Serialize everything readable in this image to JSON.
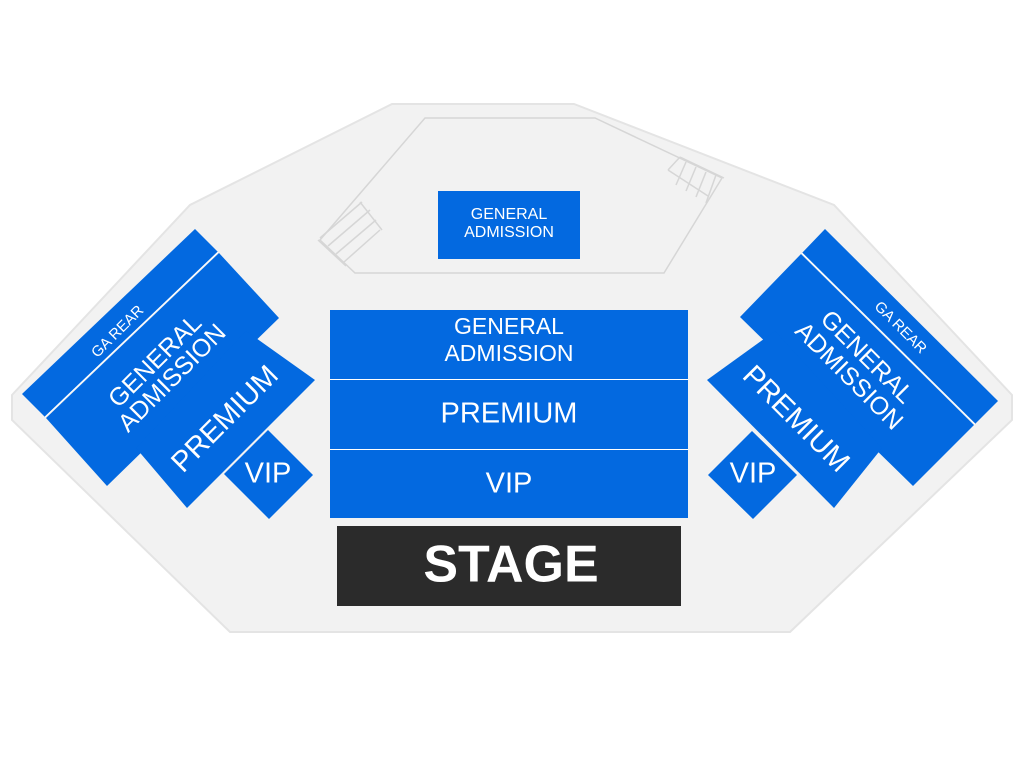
{
  "colors": {
    "section": "#0369e0",
    "section_divider": "#ffffff",
    "venue_floor": "#f2f2f2",
    "venue_edge": "#e4e4e4",
    "stage": "#2b2b2b",
    "label": "#ffffff"
  },
  "stage": {
    "label": "STAGE"
  },
  "back": {
    "ga": {
      "line1": "GENERAL",
      "line2": "ADMISSION"
    }
  },
  "center": {
    "ga": {
      "line1": "GENERAL",
      "line2": "ADMISSION"
    },
    "premium": "PREMIUM",
    "vip": "VIP"
  },
  "left": {
    "ga_rear": "GA REAR",
    "ga": {
      "line1": "GENERAL",
      "line2": "ADMISSION"
    },
    "premium": "PREMIUM",
    "vip": "VIP"
  },
  "right": {
    "ga_rear": "GA REAR",
    "ga": {
      "line1": "GENERAL",
      "line2": "ADMISSION"
    },
    "premium": "PREMIUM",
    "vip": "VIP"
  }
}
